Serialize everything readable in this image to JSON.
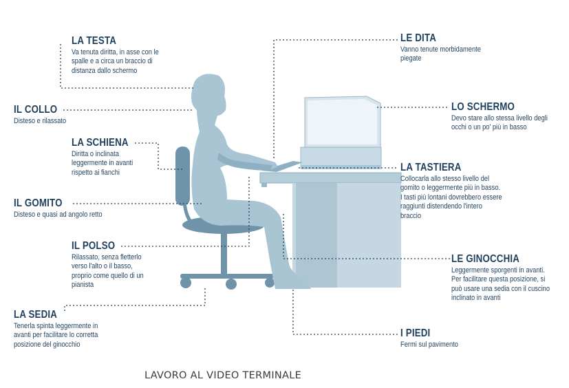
{
  "caption": "LAVORO AL VIDEO TERMINALE",
  "colors": {
    "text": "#1e3f5c",
    "figure": "#a9c4d3",
    "figure_dark": "#7d9db0",
    "desk": "#b5ccd9",
    "screen": "#e8eff3"
  },
  "labels": {
    "testa": {
      "title": "LA TESTA",
      "lines": [
        "Va tenuta diritta, in asse con le",
        "spalle e a circa un braccio di",
        "distanza dallo schermo"
      ]
    },
    "collo": {
      "title": "IL COLLO",
      "lines": [
        "Disteso e rilassato"
      ]
    },
    "schiena": {
      "title": "LA SCHIENA",
      "lines": [
        "Diritta o inclinata",
        "leggermente in avanti",
        "rispetto ai fianchi"
      ]
    },
    "gomito": {
      "title": "IL GOMITO",
      "lines": [
        "Disteso e quasi ad angolo retto"
      ]
    },
    "polso": {
      "title": "IL POLSO",
      "lines": [
        "Rilassato, senza fletterlo",
        "verso l'alto o il basso,",
        "proprio come quello di un",
        "pianista"
      ]
    },
    "sedia": {
      "title": "LA SEDIA",
      "lines": [
        "Tenerla spinta leggermente in",
        "avanti per facilitare lo corretta",
        "posizione del ginocchio"
      ]
    },
    "dita": {
      "title": "LE DITA",
      "lines": [
        "Vanno tenute morbidamente",
        "piegate"
      ]
    },
    "schermo": {
      "title": "LO SCHERMO",
      "lines": [
        "Devo stare allo stessa livello degli",
        "occhi o un po' più in basso"
      ]
    },
    "tastiera": {
      "title": "LA TASTIERA",
      "lines": [
        "Collocarla allo stesso livello del",
        "gomito o leggermente più in basso.",
        "I tasti più lontani dovrebbero essere",
        "raggiunti distendendo l'intero",
        "braccio"
      ]
    },
    "ginocchia": {
      "title": "LE GINOCCHIA",
      "lines": [
        "Leggermente sporgenti in avanti.",
        "Per facilitare questa posizione, si",
        "può usare una sedia con il cuscino",
        "inclinato in avanti"
      ]
    },
    "piedi": {
      "title": "I PIEDI",
      "lines": [
        "Fermi sul pavimento"
      ]
    }
  }
}
